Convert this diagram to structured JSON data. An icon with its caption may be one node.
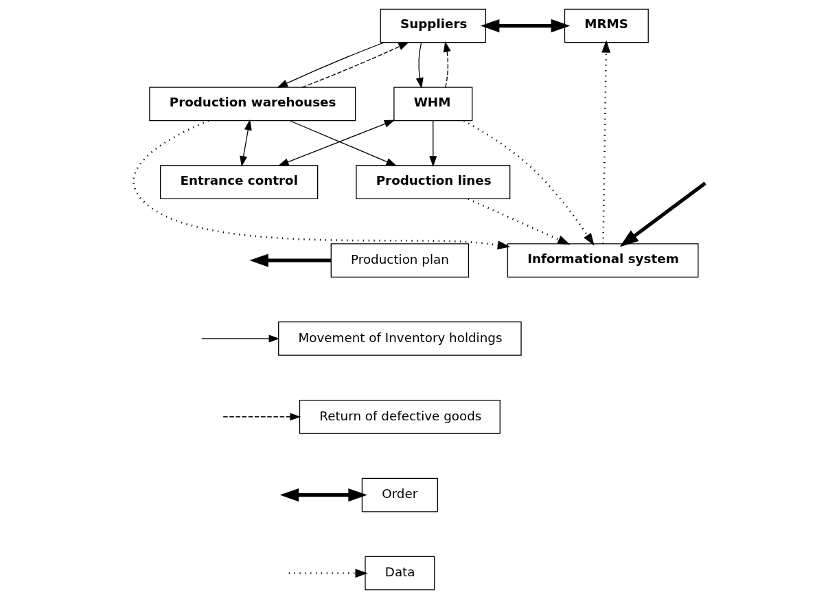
{
  "diagram": {
    "nodes": [
      {
        "text": [
          "Suppliers"
        ]
      },
      {
        "text": [
          "MRMS"
        ]
      },
      {
        "text": [
          "WHM"
        ]
      },
      {
        "text": [
          "Informational system"
        ]
      },
      {
        "text": [
          "Production warehouses"
        ]
      },
      {
        "text": [
          "Entrance control"
        ]
      },
      {
        "text": [
          "Production lines"
        ]
      },
      {
        "text": [
          "Production plan"
        ]
      },
      {
        "text": [
          "Movement of Inventory holdings"
        ]
      },
      {
        "text": [
          "Return of defective goods"
        ]
      },
      {
        "text": [
          "Order"
        ]
      },
      {
        "text": [
          "Data"
        ]
      }
    ],
    "edges": [
      {
        "from": 0,
        "to": 1,
        "arrow": "both",
        "style": "thick"
      },
      {
        "from": 0,
        "to": 2,
        "arrow": "to"
      },
      {
        "from": 2,
        "to": 0,
        "arrow": "to",
        "style": "dashed"
      },
      {
        "from": 0,
        "to": 4,
        "arrow": "to"
      },
      {
        "from": 4,
        "to": 0,
        "arrow": "to",
        "style": "dashed"
      },
      {
        "from": 2,
        "to": 3,
        "arrow": "to",
        "style": "dashed"
      },
      {
        "from": 2,
        "to": 5,
        "arrow": "both"
      },
      {
        "from": 2,
        "to": 6,
        "arrow": "to"
      },
      {
        "from": 4,
        "to": 3,
        "arrow": "to",
        "style": "dashed"
      },
      {
        "from": 4,
        "to": 5,
        "arrow": "both"
      },
      {
        "from": 4,
        "to": 6,
        "arrow": "to"
      },
      {
        "from": 6,
        "to": 3,
        "arrow": "to",
        "style": "dashed"
      },
      {
        "from": 3,
        "to": 1,
        "arrow": "to",
        "style": "dashed"
      },
      {
        "from": null,
        "to": 3,
        "arrow": "to",
        "style": "thick"
      },
      {
        "from": 7,
        "to": null,
        "arrow": "to",
        "style": "thick"
      },
      {
        "from": null,
        "to": 8,
        "arrow": "to"
      },
      {
        "from": null,
        "to": 9,
        "arrow": "to",
        "style": "dashed"
      },
      {
        "from": null,
        "to": 10,
        "arrow": "both",
        "style": "thick"
      },
      {
        "from": null,
        "to": 11,
        "arrow": "to",
        "style": "dashed"
      }
    ]
  }
}
